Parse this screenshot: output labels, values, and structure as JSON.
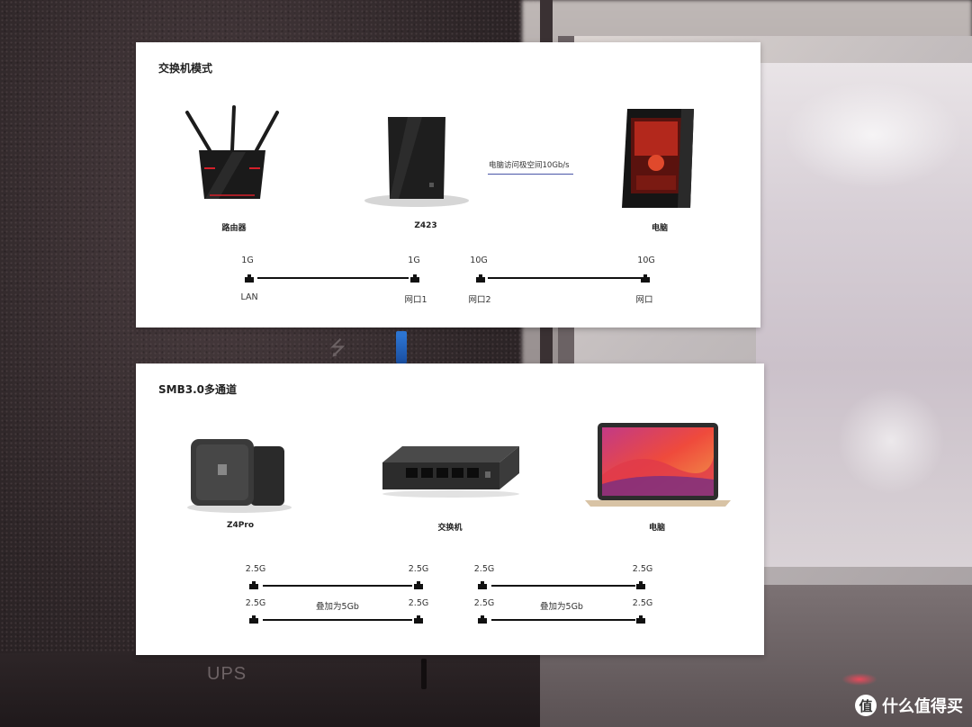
{
  "background": {
    "ups_label": "UPS"
  },
  "switch_mode": {
    "title": "交换机模式",
    "devices": [
      {
        "label": "路由器",
        "icon": "router-icon"
      },
      {
        "label": "Z423",
        "icon": "nas-icon"
      },
      {
        "label": "电脑",
        "icon": "desktop-pc-icon"
      }
    ],
    "note": "电脑访问极空间10Gb/s",
    "links": [
      {
        "left_speed": "1G",
        "left_port": "LAN",
        "right_speed": "1G",
        "right_port": "网口1"
      },
      {
        "left_speed": "10G",
        "left_port": "网口2",
        "right_speed": "10G",
        "right_port": "网口"
      }
    ]
  },
  "smb_multichannel": {
    "title": "SMB3.0多通道",
    "devices": [
      {
        "label": "Z4Pro",
        "icon": "nas-icon"
      },
      {
        "label": "交换机",
        "icon": "network-switch-icon"
      },
      {
        "label": "电脑",
        "icon": "laptop-icon"
      }
    ],
    "groups": [
      {
        "top_left": "2.5G",
        "top_right": "2.5G",
        "bottom_left": "2.5G",
        "bottom_right": "2.5G",
        "note": "叠加为5Gb"
      },
      {
        "top_left": "2.5G",
        "top_right": "2.5G",
        "bottom_left": "2.5G",
        "bottom_right": "2.5G",
        "note": "叠加为5Gb"
      }
    ]
  },
  "watermark": {
    "badge": "值",
    "text": "什么值得买"
  }
}
